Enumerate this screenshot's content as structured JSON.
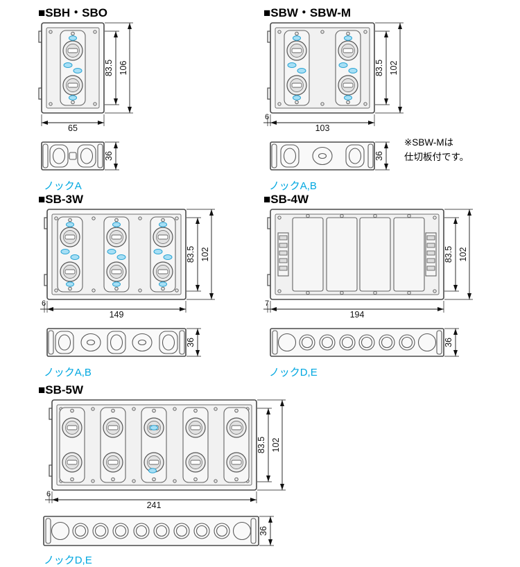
{
  "page": {
    "background": "#ffffff",
    "accent_color": "#00a7e0",
    "highlight_fill": "#a7dff5",
    "line_color": "#4a4a4a"
  },
  "sections": [
    {
      "title": "■SBH・SBO",
      "front": {
        "height_inner": "83.5",
        "height_outer": "106",
        "width": "65"
      },
      "side": {
        "height": "36"
      },
      "knock_label": "ノックA"
    },
    {
      "title": "■SBW・SBW-M",
      "front": {
        "height_inner": "83.5",
        "height_outer": "102",
        "tab_offset": "6",
        "width": "103"
      },
      "side": {
        "height": "36"
      },
      "knock_label": "ノックA,B",
      "note": [
        "※SBW-Mは",
        "仕切板付です。"
      ]
    },
    {
      "title": "■SB-3W",
      "front": {
        "height_inner": "83.5",
        "height_outer": "102",
        "tab_offset": "6",
        "width": "149"
      },
      "side": {
        "height": "36"
      },
      "knock_label": "ノックA,B"
    },
    {
      "title": "■SB-4W",
      "front": {
        "height_inner": "83.5",
        "height_outer": "102",
        "tab_offset": "7",
        "width": "194"
      },
      "side": {
        "height": "36"
      },
      "knock_label": "ノックD,E"
    },
    {
      "title": "■SB-5W",
      "front": {
        "height_inner": "83.5",
        "height_outer": "102",
        "tab_offset": "6",
        "width": "241"
      },
      "side": {
        "height": "36"
      },
      "knock_label": "ノックD,E"
    }
  ]
}
